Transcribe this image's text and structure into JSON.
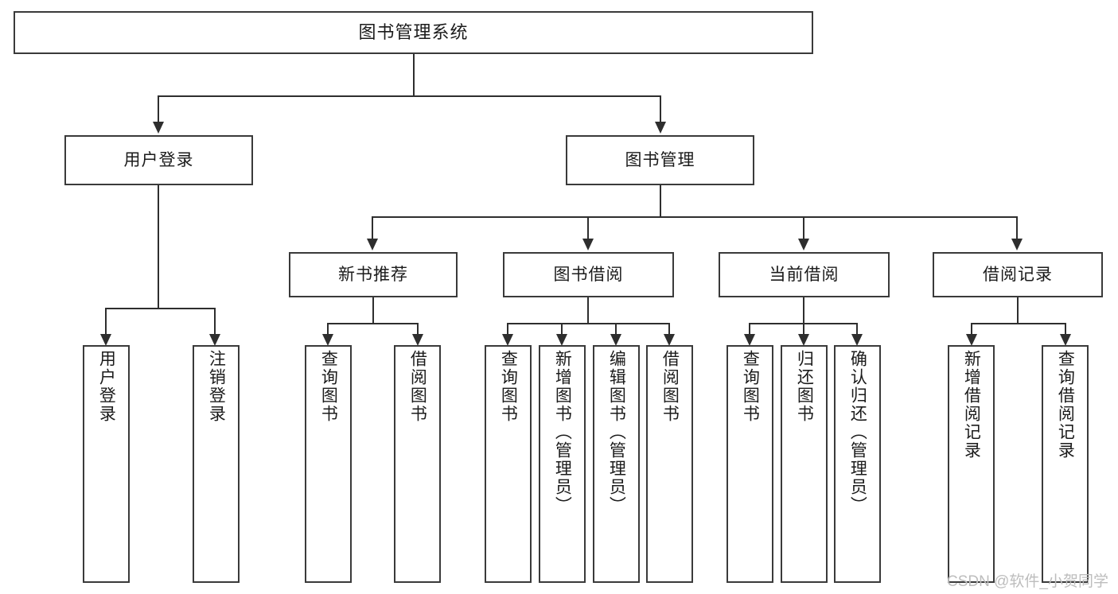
{
  "diagram": {
    "type": "tree-hierarchy-chart",
    "title": "图书管理系统",
    "levels": 4,
    "root": {
      "label": "图书管理系统"
    },
    "level2": [
      {
        "label": "用户登录"
      },
      {
        "label": "图书管理"
      }
    ],
    "level3": [
      {
        "label": "新书推荐"
      },
      {
        "label": "图书借阅"
      },
      {
        "label": "当前借阅"
      },
      {
        "label": "借阅记录"
      }
    ],
    "leaves": {
      "user_login": [
        {
          "label": "用户登录"
        },
        {
          "label": "注销登录"
        }
      ],
      "new_book_recommend": [
        {
          "label": "查询图书"
        },
        {
          "label": "借阅图书"
        }
      ],
      "book_borrow": [
        {
          "label": "查询图书"
        },
        {
          "label": "新增图书（管理员）"
        },
        {
          "label": "编辑图书（管理员）"
        },
        {
          "label": "借阅图书"
        }
      ],
      "current_borrow": [
        {
          "label": "查询图书"
        },
        {
          "label": "归还图书"
        },
        {
          "label": "确认归还（管理员）"
        }
      ],
      "borrow_record": [
        {
          "label": "新增借阅记录"
        },
        {
          "label": "查询借阅记录"
        }
      ]
    }
  },
  "watermark": {
    "text": "CSDN @软件_小贺同学"
  },
  "colors": {
    "box_border": "#3a3a3a",
    "line": "#2e2e2e",
    "text": "#1b1b1b",
    "background": "#ffffff",
    "watermark": "#bdbdbd"
  }
}
